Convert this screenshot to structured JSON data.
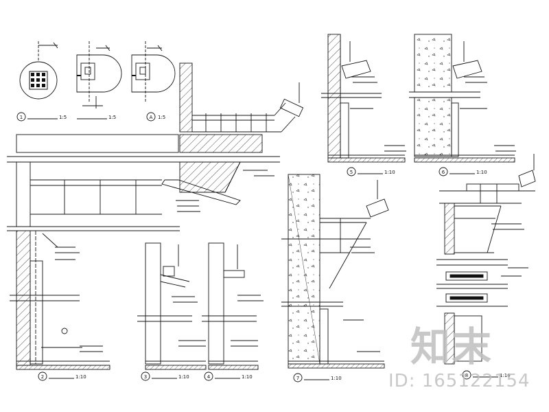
{
  "drawing": {
    "captions": [
      {
        "num": "1",
        "scale": "1:5"
      },
      {
        "num": "",
        "scale": "1:5"
      },
      {
        "num": "A",
        "scale": "1:5"
      },
      {
        "num": "5",
        "scale": "1:10"
      },
      {
        "num": "6",
        "scale": "1:10"
      },
      {
        "num": "2",
        "scale": "1:10"
      },
      {
        "num": "3",
        "scale": "1:10"
      },
      {
        "num": "4",
        "scale": "1:10"
      },
      {
        "num": "7",
        "scale": "1:10"
      },
      {
        "num": "8",
        "scale": "1:10"
      }
    ]
  },
  "watermark": {
    "logo": "知末",
    "id": "ID: 165122154"
  }
}
